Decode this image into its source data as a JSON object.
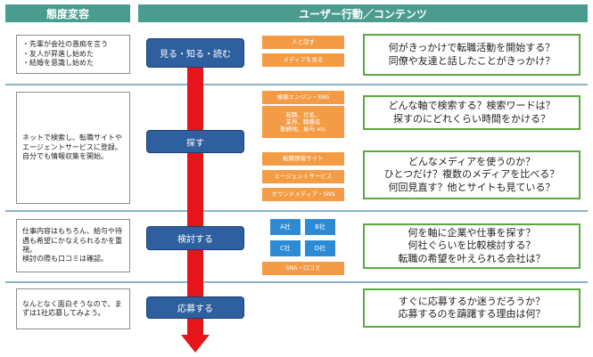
{
  "headers": {
    "left": "態度変容",
    "right": "ユーザー行動／コンテンツ"
  },
  "stages": [
    {
      "state": "・先輩が会社の愚痴を言う\n・友人が昇進し始めた\n・結婚を意識し始めた",
      "action": "見る・知る・読む",
      "tags": [
        "人と話す",
        "メディアを見る"
      ],
      "question": "何がきっかけで転職活動を開始する？\n同僚や友達と話したことがきっかけ？"
    },
    {
      "state": "ネットで検索し、転職サイトやエージェントサービスに登録。自分でも情報収集を開始。",
      "action": "探す",
      "tags": [
        "検索エンジン・SNS",
        "転職、社名、\n業界、職種名\n勤務地、給与 etc",
        "転職情報サイト",
        "エージェントサービス",
        "オウンドメディア・SNS"
      ],
      "questions": [
        "どんな軸で検索する？検索ワードは？\n探すのにどれくらい時間をかける？",
        "どんなメディアを使うのか？\nひとつだけ？複数のメディアを比べる？\n何回見直す？他とサイトも見ている？"
      ]
    },
    {
      "state": "仕事内容はもちろん、給与や待遇も希望にかなえられるかを重視。\n検討の際も口コミは確認。",
      "action": "検討する",
      "companies": [
        "A社",
        "B社",
        "C社",
        "D社"
      ],
      "tags": [
        "SNS・口コミ"
      ],
      "question": "何を軸に企業や仕事を探す？\n何社ぐらいを比較検討する？\n転職の希望を叶えられる会社は？"
    },
    {
      "state": "なんとなく面白そうなので、まずは1社応募してみよう。",
      "action": "応募する",
      "question": "すぐに応募するか迷うだろうか？\n応募するのを躊躇する理由は何？"
    }
  ],
  "colors": {
    "header": "#4a9c8f",
    "action": "#2e5f9e",
    "arrow": "#e8141c",
    "tag": "#f39c45",
    "company": "#2d8bd6",
    "question_border": "#5aaa3c",
    "divider": "#8ab2c9"
  }
}
